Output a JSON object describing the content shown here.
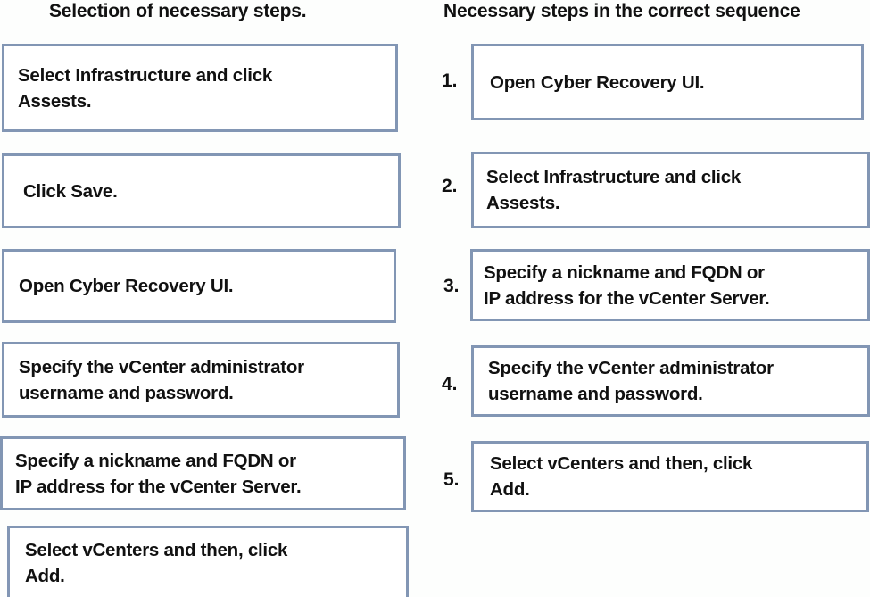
{
  "columns": {
    "left": {
      "header": "Selection of necessary steps.",
      "items": [
        {
          "text": "Select Infrastructure and click\nAssests."
        },
        {
          "text": "Click Save."
        },
        {
          "text": "Open Cyber Recovery UI."
        },
        {
          "text": "Specify the vCenter administrator\nusername and password."
        },
        {
          "text": "Specify a nickname and FQDN or\nIP address for the vCenter Server."
        },
        {
          "text": "Select vCenters and then, click\nAdd."
        }
      ]
    },
    "right": {
      "header": "Necessary steps in the correct sequence",
      "items": [
        {
          "number": "1.",
          "text": "Open Cyber Recovery UI."
        },
        {
          "number": "2.",
          "text": "Select Infrastructure and click\nAssests."
        },
        {
          "number": "3.",
          "text": "Specify a nickname and FQDN or\nIP address for the vCenter Server."
        },
        {
          "number": "4.",
          "text": "Specify the vCenter administrator\nusername and password."
        },
        {
          "number": "5.",
          "text": "Select vCenters and then, click\nAdd."
        }
      ]
    }
  },
  "colors": {
    "box_border": "#8296b4",
    "box_fill": "#ffffff",
    "text": "#111111",
    "background": "#fdfefd"
  }
}
